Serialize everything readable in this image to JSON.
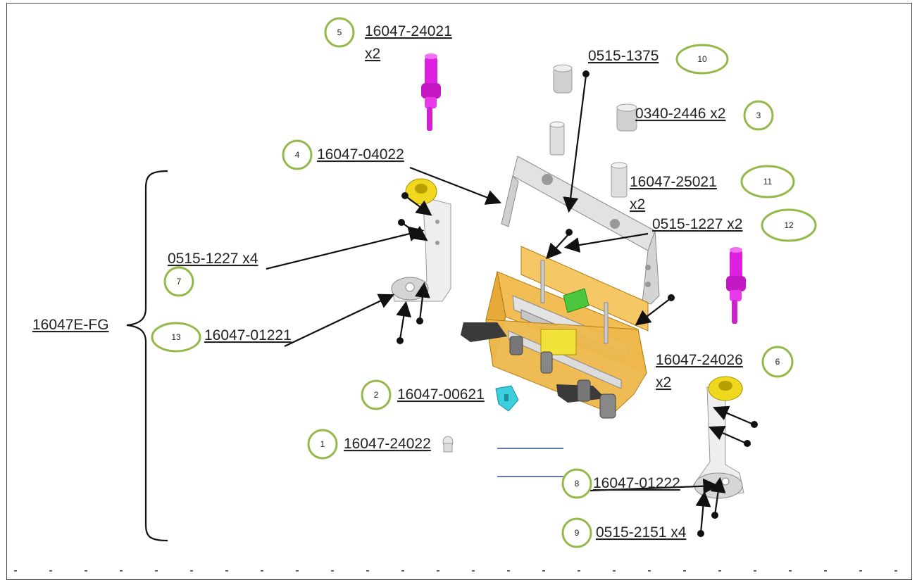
{
  "assembly": {
    "name": "16047E-FG",
    "balloon": "13",
    "balloon_part": "16047-01221"
  },
  "parts": [
    {
      "balloon": "1",
      "part": "16047-24022",
      "qty": ""
    },
    {
      "balloon": "2",
      "part": "16047-00621",
      "qty": ""
    },
    {
      "balloon": "3",
      "part": "0340-2446 x2",
      "qty": ""
    },
    {
      "balloon": "4",
      "part": "16047-04022",
      "qty": ""
    },
    {
      "balloon": "5",
      "part": "16047-24021",
      "qty": "x2"
    },
    {
      "balloon": "6",
      "part": "16047-24026",
      "qty": "x2"
    },
    {
      "balloon": "7",
      "part": "0515-1227 x4",
      "qty": ""
    },
    {
      "balloon": "8",
      "part": "16047-01222",
      "qty": ""
    },
    {
      "balloon": "9",
      "part": "0515-2151 x4",
      "qty": ""
    },
    {
      "balloon": "10",
      "part": "0515-1375",
      "qty": ""
    },
    {
      "balloon": "11",
      "part": "16047-25021",
      "qty": "x2"
    },
    {
      "balloon": "12",
      "part": "0515-1227 x2",
      "qty": ""
    }
  ],
  "colors": {
    "balloon_ring": "#94b94a",
    "knob": "#e020e0",
    "frame": "#f2bd55",
    "bushing": "#e8d21e",
    "clip": "#3ccfe0",
    "tab": "#4cc63c",
    "handle": "#3a3a3a",
    "metal": "#d8d8d8"
  }
}
